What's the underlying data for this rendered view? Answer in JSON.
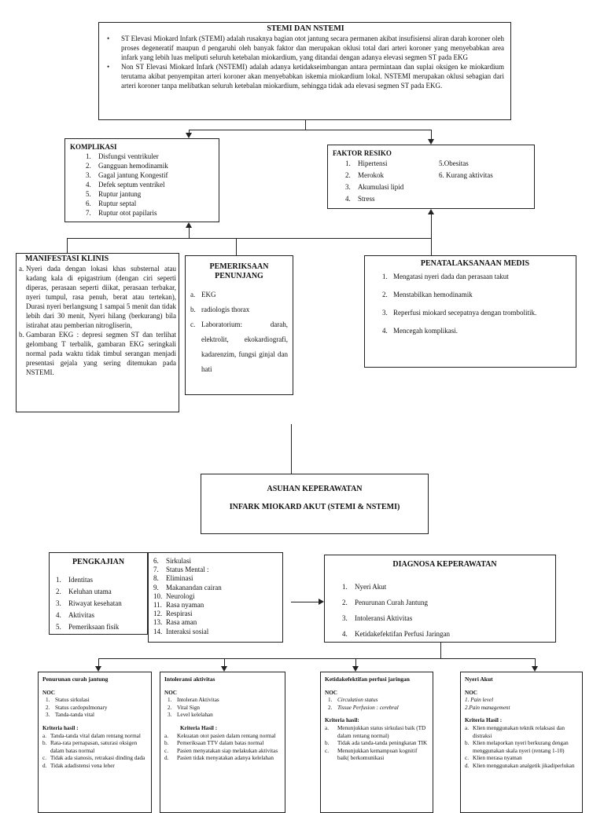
{
  "top": {
    "title": "STEMI DAN NSTEMI",
    "bullets": [
      "ST Elevasi Miokard Infark (STEMI) adalah rusaknya bagian otot jantung secara permanen akibat insufisiensi aliran darah koroner oleh proses degeneratif maupun d pengaruhi oleh banyak faktor dan merupakan oklusi total dari arteri koroner yang menyebabkan area infark yang lebih luas meliputi seluruh ketebalan miokardium, yang ditandai dengan adanya elevasi segmen ST pada EKG",
      "Non ST Elevasi Miokard Infark (NSTEMI) adalah adanya ketidakseimbangan antara permintaan dan suplai oksigen ke miokardium terutama akibat penyempitan arteri koroner akan menyebabkan iskemia miokardium lokal. NSTEMI merupakan oklusi sebagian dari arteri koroner tanpa melibatkan seluruh ketebalan miokardium, sehingga tidak ada elevasi segmen ST pada EKG."
    ]
  },
  "komplikasi": {
    "title": "KOMPLIKASI",
    "items": [
      [
        "1.",
        "Disfungsi ventrikuler"
      ],
      [
        "2.",
        "Gangguan hemodinamik"
      ],
      [
        "3.",
        "Gagal jantung Kongestif"
      ],
      [
        "4.",
        "Defek septum ventrikel"
      ],
      [
        "5.",
        "Ruptur jantung"
      ],
      [
        "6.",
        "Ruptur septal"
      ],
      [
        "7.",
        "Ruptur otot papilaris"
      ]
    ]
  },
  "faktor": {
    "title": "FAKTOR RESIKO",
    "left": [
      [
        "1.",
        "Hipertensi"
      ],
      [
        "2.",
        "Merokok"
      ],
      [
        "3.",
        "Akumulasi lipid"
      ],
      [
        "4.",
        "Stress"
      ]
    ],
    "right": [
      "5.Obesitas",
      "6. Kurang aktivitas"
    ]
  },
  "manifestasi": {
    "title": "MANIFESTASI KLINIS",
    "items": [
      [
        "a.",
        "Nyeri dada dengan lokasi khas substernal atau kadang kala di epigastrium (dengan ciri seperti diperas, perasaan seperti diikat, perasaan terbakar, nyeri tumpul, rasa penuh, berat atau tertekan), Durasi nyeri berlangsung 1 sampai 5 menit dan tidak lebih dari 30 menit, Nyeri hilang (berkurang) bila istirahat atau pemberian nitrogliserin,"
      ],
      [
        "b.",
        "Gambaran EKG : depresi segmen ST dan terlihat gelombang T terbalik, gambaran EKG seringkali normal pada waktu tidak timbul serangan menjadi presentasi gejala yang sering ditemukan pada NSTEMI."
      ]
    ]
  },
  "pemeriksaan": {
    "title": "PEMERIKSAAN PENUNJANG",
    "items": [
      [
        "a.",
        "EKG"
      ],
      [
        "b.",
        "radiologis thorax"
      ],
      [
        "c.",
        "Laboratorium: darah, elektrolit, ekokardiografi, kadarenzim, fungsi ginjal dan hati"
      ]
    ]
  },
  "penatalaksanaan": {
    "title": "PENATALAKSANAAN MEDIS",
    "items": [
      [
        "1.",
        "Mengatasi nyeri dada dan perasaan takut"
      ],
      [
        "2.",
        "Menstabilkan hemodinamik"
      ],
      [
        "3.",
        "Reperfusi miokard secepatnya dengan trombolitik."
      ],
      [
        "4.",
        "Mencegah komplikasi."
      ]
    ]
  },
  "asuhan": {
    "line1": "ASUHAN KEPERAWATAN",
    "line2": "INFARK MIOKARD AKUT (STEMI & NSTEMI)"
  },
  "pengkajian": {
    "title": "PENGKAJIAN",
    "items": [
      [
        "1.",
        "Identitas"
      ],
      [
        "2.",
        "Keluhan utama"
      ],
      [
        "3.",
        "Riwayat kesehatan"
      ],
      [
        "4.",
        "Aktivitas"
      ],
      [
        "5.",
        "Pemeriksaan fisik"
      ]
    ],
    "more": [
      [
        "6.",
        "Sirkulasi"
      ],
      [
        "7.",
        "Status Mental :"
      ],
      [
        "8.",
        "Eliminasi"
      ],
      [
        "9.",
        "Makanandan cairan"
      ],
      [
        "10.",
        "Neurologi"
      ],
      [
        "11.",
        "Rasa nyaman"
      ],
      [
        "12.",
        "Respirasi"
      ],
      [
        "13.",
        "Rasa aman"
      ],
      [
        "14.",
        "Interaksi sosial"
      ]
    ]
  },
  "diagnosa": {
    "title": "DIAGNOSA KEPERAWATAN",
    "items": [
      [
        "1.",
        "Nyeri Akut"
      ],
      [
        "2.",
        "Penurunan Curah Jantung"
      ],
      [
        "3.",
        "Intoleransi Aktivitas"
      ],
      [
        "4.",
        "Ketidakefektifan Perfusi Jaringan"
      ]
    ]
  },
  "cards": [
    {
      "title": "Penurunan curah jantung",
      "noc": "NOC",
      "noc_items": [
        [
          "1.",
          "Status sirkulasi"
        ],
        [
          "2.",
          "Status cardopulmonary"
        ],
        [
          "3.",
          "Tanda-tanda vital"
        ]
      ],
      "kh": "Kriteria hasil :",
      "kh_items": [
        [
          "a.",
          "Tanda-tanda vital dalam rentang normal"
        ],
        [
          "b.",
          "Rata-rata pernapasan, saturasi oksigen dalam batas normal"
        ],
        [
          "c.",
          "Tidak ada sianosis, retrakasi dinding dada"
        ],
        [
          "d.",
          "Tidak adadistensi vena leher"
        ]
      ]
    },
    {
      "title": "Intoleransi aktivitas",
      "noc": "NOC",
      "noc_items": [
        [
          "1.",
          "Intoleran Aktivitas"
        ],
        [
          "2.",
          "Vital Sign"
        ],
        [
          "3.",
          "Level kelelahan"
        ]
      ],
      "kh": "Kriteria Hasil :",
      "kh_items": [
        [
          "a.",
          "Kekuatan otot pasien dalam rentang normal"
        ],
        [
          "b.",
          "Pemeriksaan TTV dalam batas normal"
        ],
        [
          "c.",
          "Pasien menyatakan siap melakukan aktivitas"
        ],
        [
          "d.",
          "Pasien tidak menyatakan adanya kelelahan"
        ]
      ]
    },
    {
      "title": "Ketidakefektifan perfusi jaringan",
      "noc": "NOC",
      "noc_items": [
        [
          "1.",
          "Circulation status"
        ],
        [
          "2.",
          "Tissue Perfusion : cerebral"
        ]
      ],
      "kh": "Kriteria hasil:",
      "kh_items": [
        [
          "a.",
          "Menunjukkan status sirkulasi baik (TD dalam rentang normal)"
        ],
        [
          "b.",
          "Tidak ada tanda-tanda peningkatan TIK"
        ],
        [
          "c.",
          "Menunjukkan kemampuan kognitif baik( berkomunikasi"
        ]
      ]
    },
    {
      "title": "Nyeri Akut",
      "noc": "NOC",
      "noc_items": [
        [
          "",
          "1. Pain level"
        ],
        [
          "",
          "2.Pain management"
        ]
      ],
      "kh": "Kriteria Hasil :",
      "kh_items": [
        [
          "a.",
          "Klien menggunakan teknik relaksasi dan distraksi"
        ],
        [
          "b.",
          "Klien melaporkan nyeri berkurang dengan menggunakan skala nyeri (rentang 1-10)"
        ],
        [
          "c.",
          "Klien merasa nyaman"
        ],
        [
          "d.",
          "Klien menggunakan analgetik jikadiperlukan"
        ]
      ]
    }
  ]
}
